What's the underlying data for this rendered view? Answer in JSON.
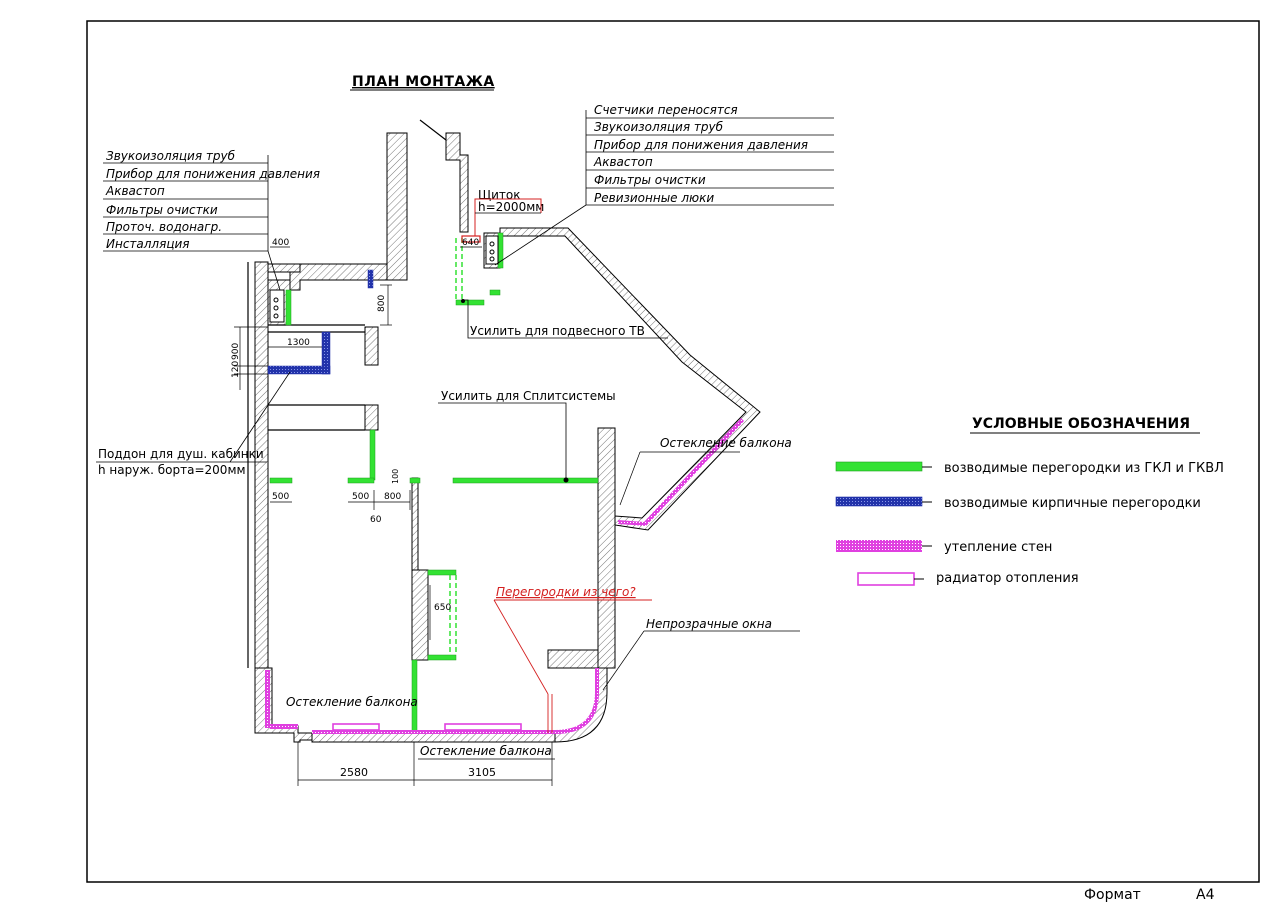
{
  "title": "ПЛАН МОНТАЖА",
  "left_notes": [
    "Звукоизоляция труб",
    "Прибор для понижения давления",
    "Аквастоп",
    "Фильтры очистки",
    "Проточ. водонагр.",
    "Инсталляция"
  ],
  "right_notes": [
    "Счетчики переносятся",
    "Звукоизоляция труб",
    "Прибор для понижения давления",
    "Аквастоп",
    "Фильтры очистки",
    "Ревизионные люки"
  ],
  "labels": {
    "panel": "Щиток",
    "panel_height": "h=2000мм",
    "tv": "Усилить для подвесного ТВ",
    "split": "Усилить для Сплитсистемы",
    "tray_1": "Поддон для душ. кабинки",
    "tray_2": "h наруж. борта=200мм",
    "glazing_right": "Остекление балкона",
    "glazing_left": "Остекление балкона",
    "glazing_bottom": "Остекление балкона",
    "opaque": "Непрозрачные окна",
    "question": "Перегородки из чего?"
  },
  "dimensions": {
    "d400": "400",
    "d640": "640",
    "d800_v": "800",
    "d1300": "1300",
    "d900": "900",
    "d120": "120",
    "d500a": "500",
    "d500b": "500",
    "d800_h": "800",
    "d60": "60",
    "d100": "100",
    "d650": "650",
    "d2580": "2580",
    "d3105": "3105"
  },
  "legend": {
    "title": "УСЛОВНЫЕ ОБОЗНАЧЕНИЯ",
    "items": [
      {
        "label": "возводимые перегородки из ГКЛ и ГКВЛ",
        "color": "#33e233"
      },
      {
        "label": "возводимые кирпичные перегородки",
        "color": "#2233aa"
      },
      {
        "label": "утепление стен",
        "color": "#e040e0"
      },
      {
        "label": "радиатор отопления",
        "color": "#e040e0"
      }
    ]
  },
  "stamp": {
    "format_label": "Формат",
    "format_value": "A4"
  },
  "colors": {
    "green": "#33e233",
    "blue": "#2233aa",
    "magenta": "#e040e0",
    "red": "#d42020",
    "line": "#000000"
  }
}
